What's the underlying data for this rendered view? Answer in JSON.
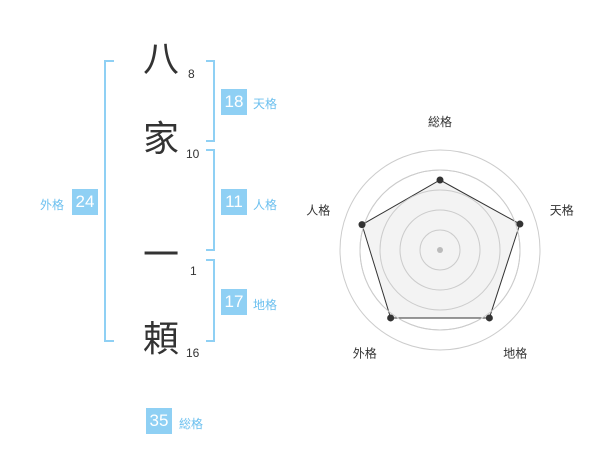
{
  "name": {
    "characters": [
      {
        "char": "八",
        "strokes": "8"
      },
      {
        "char": "家",
        "strokes": "10"
      },
      {
        "char": "一",
        "strokes": "1"
      },
      {
        "char": "頼",
        "strokes": "16"
      }
    ]
  },
  "fortune": {
    "tenkaku": {
      "value": "18",
      "label": "天格"
    },
    "jinkaku": {
      "value": "11",
      "label": "人格"
    },
    "chikaku": {
      "value": "17",
      "label": "地格"
    },
    "gaikaku": {
      "value": "24",
      "label": "外格"
    },
    "soukaku": {
      "value": "35",
      "label": "総格"
    }
  },
  "radar": {
    "axes": [
      "総格",
      "天格",
      "地格",
      "外格",
      "人格"
    ],
    "levels": 5,
    "values": [
      3.5,
      4.2,
      4.2,
      4.2,
      4.1
    ],
    "colors": {
      "line": "#333333",
      "fill": "#f0f0f0",
      "ring": "#cccccc"
    }
  }
}
